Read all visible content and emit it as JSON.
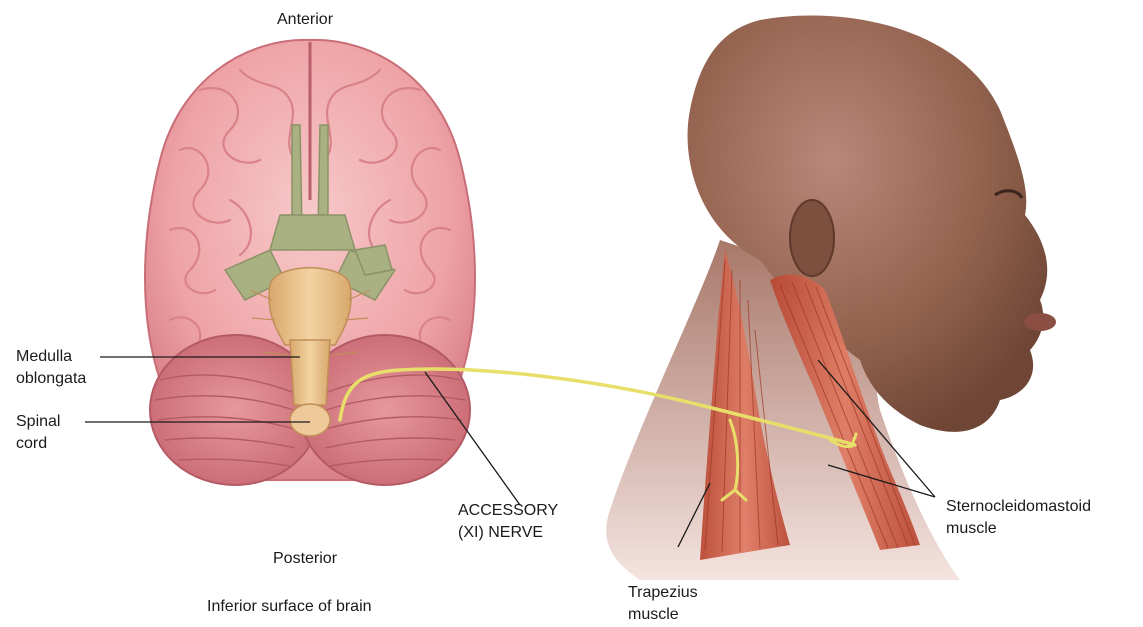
{
  "brain_view": {
    "anterior": "Anterior",
    "posterior": "Posterior",
    "caption": "Inferior surface of brain"
  },
  "labels": {
    "medulla_line1": "Medulla",
    "medulla_line2": "oblongata",
    "spinal_line1": "Spinal",
    "spinal_line2": "cord",
    "accessory_line1": "ACCESSORY",
    "accessory_line2": "(XI) NERVE",
    "trapezius_line1": "Trapezius",
    "trapezius_line2": "muscle",
    "scm_line1": "Sternocleidomastoid",
    "scm_line2": "muscle"
  },
  "colors": {
    "cerebrum": "#f0a9aa",
    "cerebellum": "#d97a80",
    "brainstem": "#e9c48f",
    "olfactory": "#a9b082",
    "nerve": "#e8df6a",
    "skin": "#9a6b55",
    "muscle": "#c8553f"
  }
}
